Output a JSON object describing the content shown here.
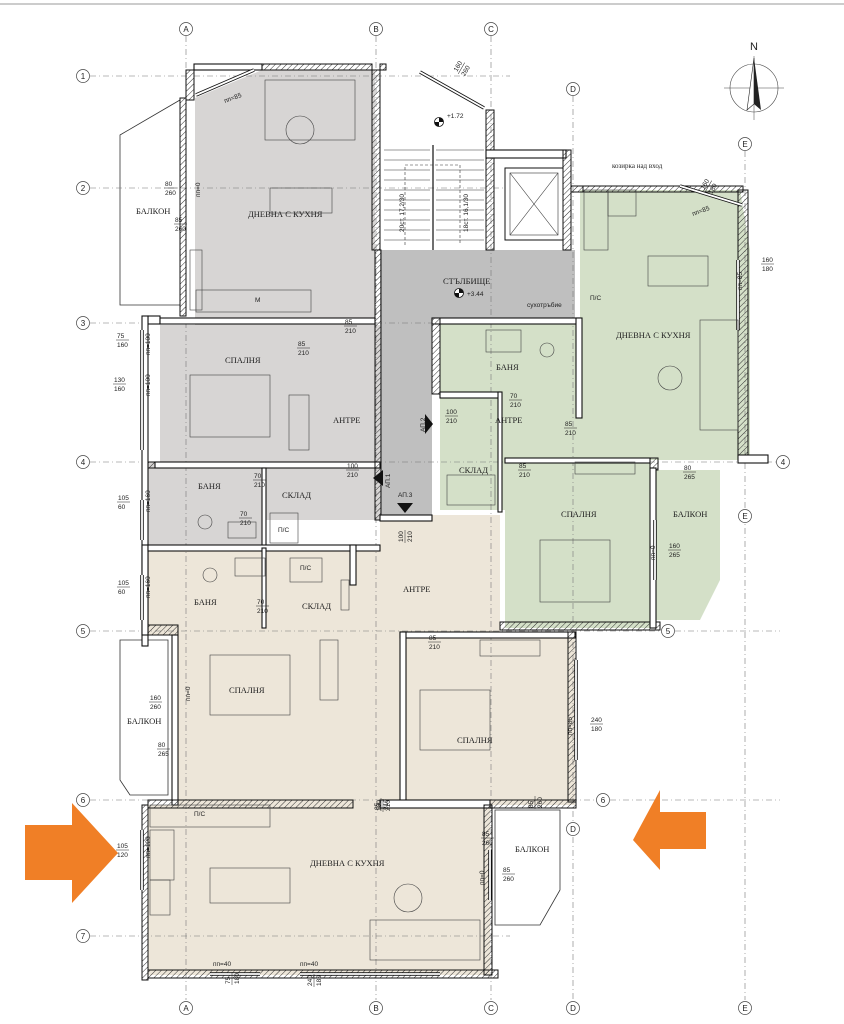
{
  "rooms": {
    "apt1_living": "ДНЕВНА С КУХНЯ",
    "apt1_bedroom": "СПАЛНЯ",
    "apt1_hall": "АНТРЕ",
    "apt1_bath": "БАНЯ",
    "apt1_storage": "СКЛАД",
    "balcony_west_top": "БАЛКОН",
    "stair": "СТЪЛБИЩЕ",
    "apt2_living": "ДНЕВНА С КУХНЯ",
    "apt2_bath": "БАНЯ",
    "apt2_hall": "АНТРЕ",
    "apt2_storage": "СКЛАД",
    "apt2_bedroom": "СПАЛНЯ",
    "apt2_balcony": "БАЛКОН",
    "apt3_bath": "БАНЯ",
    "apt3_storage": "СКЛАД",
    "apt3_hall": "АНТРЕ",
    "apt3_bedroom_w": "СПАЛНЯ",
    "apt3_bedroom_e": "СПАЛНЯ",
    "apt3_living": "ДНЕВНА С КУХНЯ",
    "balcony_west_bottom": "БАЛКОН",
    "balcony_east_bottom": "БАЛКОН"
  },
  "entries": {
    "ap1": "АП.1",
    "ap2": "АП.2",
    "ap3": "АП.3"
  },
  "notes": {
    "canopy": "козирка над вход",
    "chute": "сухотръбие",
    "stair_flight_1": "20ст. 17,2/30",
    "stair_flight_2": "18ст. 16,1/30",
    "level_stair": "+3.44",
    "level_landing": "+1.72",
    "north": "N",
    "appliance_ps": "П/С",
    "appliance_m": "M"
  },
  "axes": {
    "columns": [
      "A",
      "B",
      "C",
      "D",
      "E"
    ],
    "rows": [
      "1",
      "2",
      "3",
      "4",
      "5",
      "6",
      "7"
    ]
  },
  "dimensions": {
    "d1": [
      "80",
      "260"
    ],
    "d2": [
      "85",
      "260"
    ],
    "d3": [
      "85",
      "210"
    ],
    "d4": [
      "85",
      "210"
    ],
    "d5": [
      "70",
      "210"
    ],
    "d6": [
      "100",
      "210"
    ],
    "d7": [
      "70",
      "210"
    ],
    "d8": [
      "100",
      "210"
    ],
    "d9": [
      "75",
      "160"
    ],
    "d10": [
      "130",
      "160"
    ],
    "d11": [
      "105",
      "60"
    ],
    "d12": [
      "105",
      "60"
    ],
    "d13": [
      "160",
      "260"
    ],
    "d14": [
      "80",
      "265"
    ],
    "d15": [
      "105",
      "120"
    ],
    "d16": [
      "75",
      "180"
    ],
    "d17": [
      "240",
      "180"
    ],
    "d18": [
      "85",
      "260"
    ],
    "d19": [
      "85",
      "260"
    ],
    "d20": [
      "85",
      "210"
    ],
    "d21": [
      "85",
      "210"
    ],
    "d22": [
      "160",
      "180"
    ],
    "d23": [
      "160",
      "180"
    ],
    "d24": [
      "100",
      "210"
    ],
    "d25": [
      "70",
      "210"
    ],
    "d26": [
      "85",
      "210"
    ],
    "d27": [
      "85",
      "210"
    ],
    "d28": [
      "80",
      "265"
    ],
    "d29": [
      "160",
      "265"
    ],
    "d30": [
      "240",
      "180"
    ],
    "d31": [
      "70",
      "210"
    ],
    "d32": [
      "85",
      "260"
    ],
    "d33": [
      "160",
      "260"
    ],
    "d34": [
      "100",
      "210"
    ]
  },
  "sills": {
    "s1": "пп=85",
    "s2": "пп=0",
    "s3": "пп=100",
    "s4": "пп=100",
    "s5": "пп=160",
    "s6": "пп=160",
    "s7": "пп=0",
    "s8": "пп=120",
    "s9": "пп=40",
    "s10": "пп=40",
    "s11": "пп=85",
    "s12": "пп=0",
    "s13": "пп=85",
    "s14": "пп=0",
    "s15": "пп=85"
  },
  "colors": {
    "apt1_fill": "#d7d5d4",
    "apt2_fill": "#d4e0c8",
    "apt3_fill": "#ede6d9",
    "stair_fill": "#bfbfbf",
    "arrow": "#f07f26",
    "wall": "#ffffff"
  }
}
